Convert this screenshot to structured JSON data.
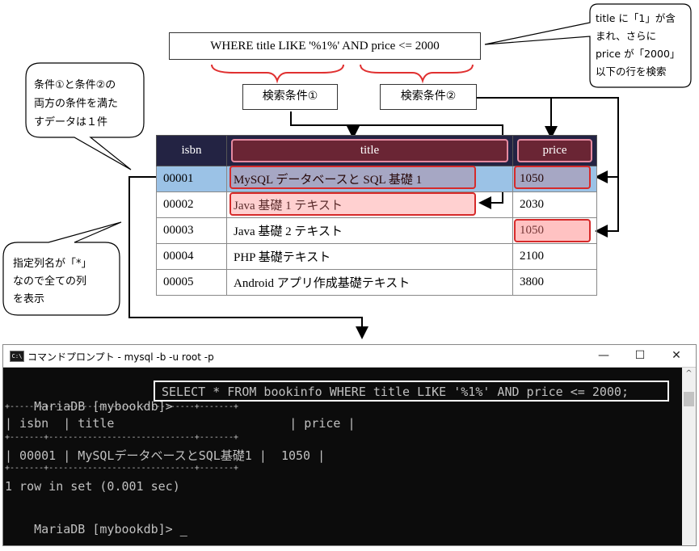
{
  "diagram": {
    "query": "WHERE title LIKE '%1%' AND price <= 2000",
    "condition1": "検索条件①",
    "condition2": "検索条件②",
    "callout_right_lines": [
      "title に「1」が含",
      "まれ、さらに",
      "price が「2000」",
      "以下の行を検索"
    ],
    "callout_left_lines": [
      "条件①と条件②の",
      "両方の条件を満た",
      "すデータは１件"
    ],
    "callout_bottom_lines": [
      "指定列名が「*」",
      "なので全ての列",
      "を表示"
    ]
  },
  "table": {
    "headers": [
      "isbn",
      "title",
      "price"
    ],
    "rows": [
      [
        "00001",
        "MySQL データベースと SQL 基礎 1",
        "1050"
      ],
      [
        "00002",
        "Java 基礎 1 テキスト",
        "2030"
      ],
      [
        "00003",
        "Java 基礎 2 テキスト",
        "1050"
      ],
      [
        "00004",
        "PHP 基礎テキスト",
        "2100"
      ],
      [
        "00005",
        "Android アプリ作成基礎テキスト",
        "3800"
      ]
    ]
  },
  "console": {
    "window_title": "コマンドプロンプト - mysql  -b -u root -p",
    "minimize": "—",
    "maximize": "☐",
    "close": "✕",
    "prompt": "MariaDB [mybookdb]>",
    "command": "SELECT * FROM bookinfo WHERE title LIKE '%1%' AND price <= 2000;",
    "separator": "+-------+------------------------------+-------+",
    "header_row": "| isbn  | title                        | price |",
    "data_row": "| 00001 | MySQLデータベースとSQL基礎1 |  1050 |",
    "result": "1 row in set (0.001 sec)",
    "prompt2": "MariaDB [mybookdb]>",
    "cursor": "_"
  },
  "colors": {
    "header_bg": "#232343",
    "highlight_row": "#9bc2e6",
    "red_outline": "#d62a2a",
    "console_bg": "#0c0c0c"
  }
}
